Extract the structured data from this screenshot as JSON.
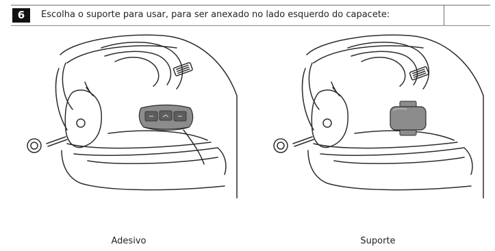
{
  "step": {
    "number": "6",
    "instruction": "Escolha o suporte para usar, para ser anexado no lado esquerdo do capacete:"
  },
  "figures": [
    {
      "icon": "helmet-with-adhesive-mount-icon",
      "caption": "Adesivo"
    },
    {
      "icon": "helmet-with-clip-mount-icon",
      "caption": "Suporte"
    }
  ],
  "colors": {
    "line": "#2b2b2b",
    "mount_fill": "#8c8c8c",
    "badge": "#111111"
  }
}
